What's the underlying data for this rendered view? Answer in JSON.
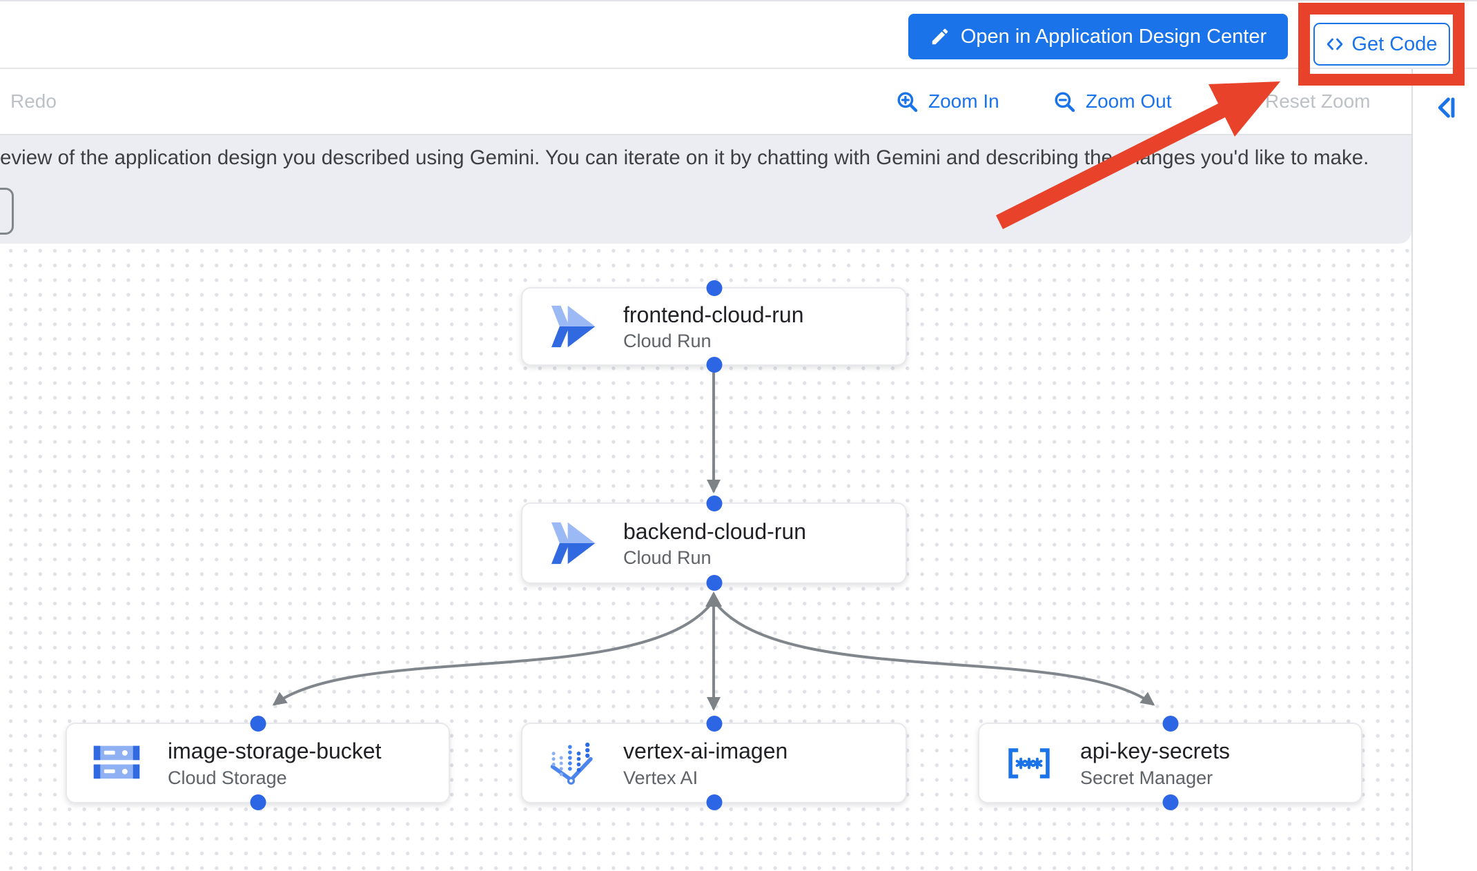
{
  "header": {
    "open_in_adc_label": "Open in Application Design Center",
    "get_code_label": "Get Code"
  },
  "toolbar": {
    "redo_label": "Redo",
    "zoom_in_label": "Zoom In",
    "zoom_out_label": "Zoom Out",
    "reset_zoom_label": "Reset Zoom"
  },
  "banner": {
    "message": "eview of the application design you described using Gemini. You can iterate on it by chatting with Gemini and describing the changes you'd like to make."
  },
  "diagram": {
    "nodes": [
      {
        "title": "frontend-cloud-run",
        "subtitle": "Cloud Run",
        "icon": "cloud-run-icon"
      },
      {
        "title": "backend-cloud-run",
        "subtitle": "Cloud Run",
        "icon": "cloud-run-icon"
      },
      {
        "title": "image-storage-bucket",
        "subtitle": "Cloud Storage",
        "icon": "cloud-storage-icon"
      },
      {
        "title": "vertex-ai-imagen",
        "subtitle": "Vertex AI",
        "icon": "vertex-ai-icon"
      },
      {
        "title": "api-key-secrets",
        "subtitle": "Secret Manager",
        "icon": "secret-manager-icon"
      }
    ],
    "edges": [
      {
        "from": "frontend-cloud-run",
        "to": "backend-cloud-run",
        "arrows": "to"
      },
      {
        "from": "backend-cloud-run",
        "to": "image-storage-bucket",
        "arrows": "both"
      },
      {
        "from": "backend-cloud-run",
        "to": "vertex-ai-imagen",
        "arrows": "both"
      },
      {
        "from": "backend-cloud-run",
        "to": "api-key-secrets",
        "arrows": "both"
      }
    ]
  },
  "annotation": {
    "type": "red-highlight-box-and-arrow",
    "target": "get-code-button"
  },
  "colors": {
    "accent_blue": "#1a73e8",
    "button_blue_bg": "#1a73e8",
    "port_blue": "#2d66e4",
    "edge_gray": "#80868b",
    "disabled_gray": "#bdc1c6",
    "banner_bg": "#ecedf2",
    "annotation_red": "#e8432a",
    "title_text": "#202124",
    "subtitle_text": "#5f6368"
  }
}
